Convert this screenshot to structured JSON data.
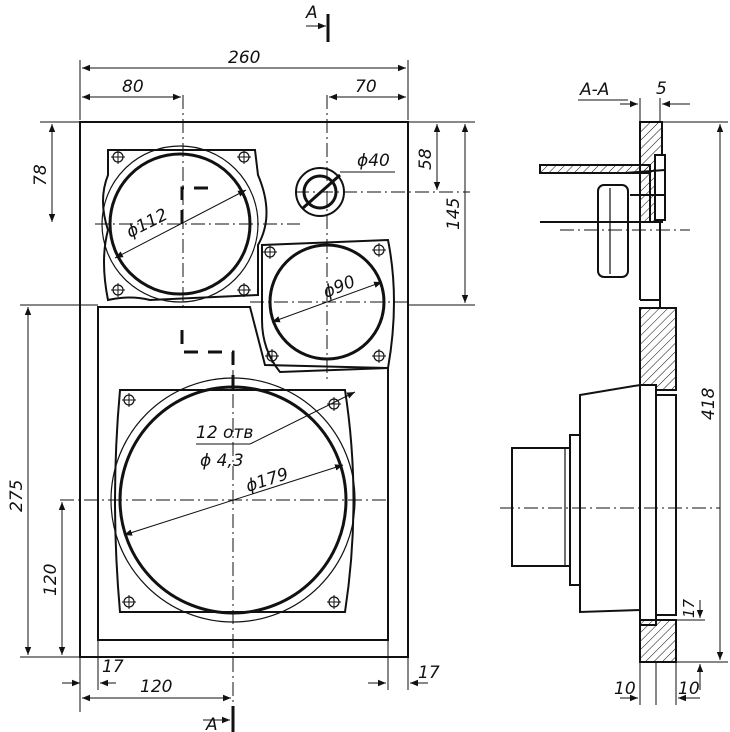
{
  "section_marks": {
    "top": "A",
    "bottom": "A",
    "section_title": "A-A"
  },
  "front_view": {
    "width": "260",
    "left_offset": "80",
    "right_offset": "70",
    "top_hole_depth": "78",
    "small_hole_depth": "58",
    "upper_height": "145",
    "lower_height": "275",
    "woofer_height": "120",
    "woofer_offset": "120",
    "margin_left": "17",
    "margin_right": "17",
    "dia_tweeter_port": "ϕ40",
    "dia_mid": "ϕ112",
    "dia_small": "ϕ90",
    "dia_woofer": "ϕ179",
    "holes_count": "12 отв",
    "holes_dia": "ϕ 4,3"
  },
  "section_view": {
    "panel_thickness": "5",
    "total_height": "418",
    "bottom_offset": "17",
    "left_thickness": "10",
    "right_thickness": "10"
  }
}
